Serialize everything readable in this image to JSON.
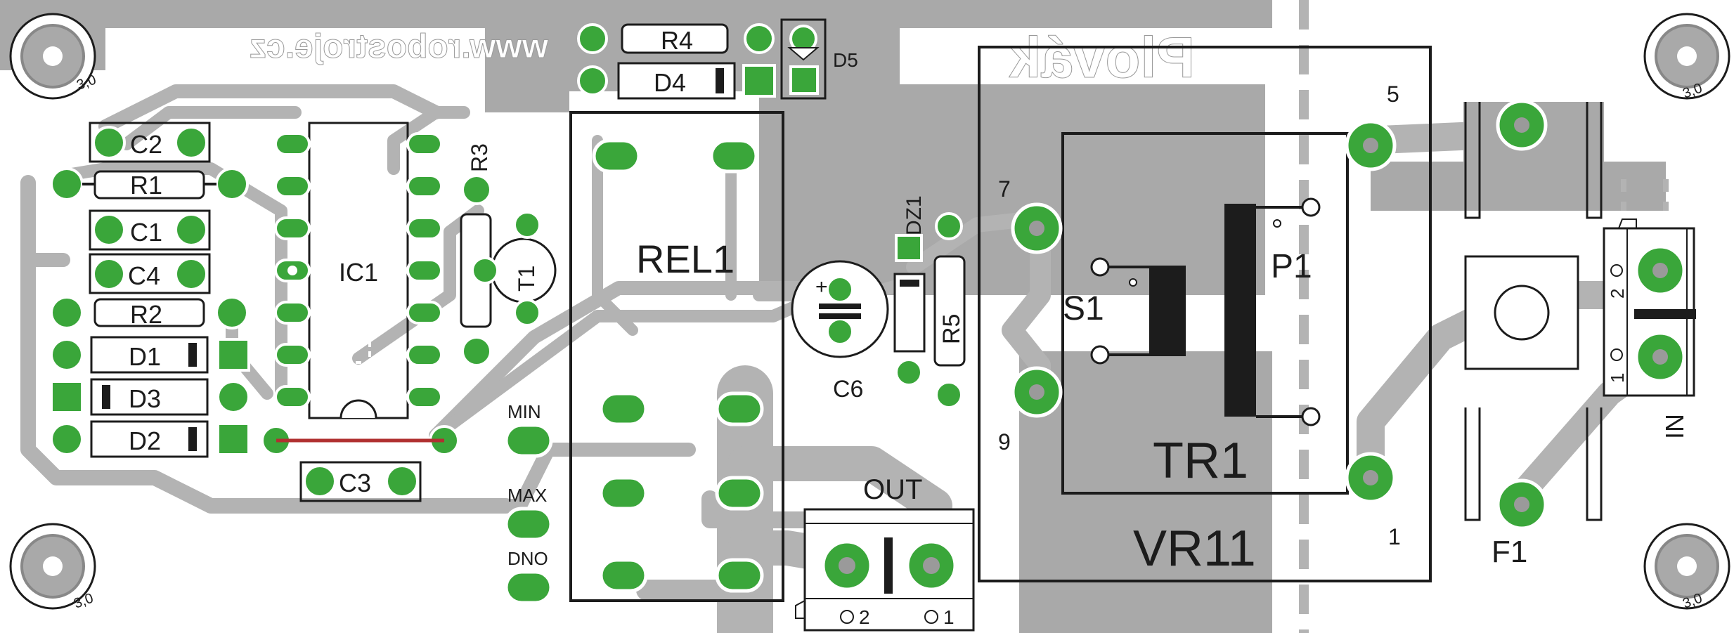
{
  "colors": {
    "board": "#ffffff",
    "copper_fill": "#a9a9a9",
    "track_light": "#b3b3b3",
    "pad": "#3aa63a",
    "pad_dark": "#2e8b2e",
    "hole": "#9a9a9a",
    "silk": "#1c1c1c",
    "silk_white": "#ffffff",
    "jumper": "#b03030"
  },
  "silkscreen_mirrored": {
    "website": "www.robostroje.cz",
    "title": "Plovák"
  },
  "mount_hole_label": "3,0",
  "labels": {
    "c2": "C2",
    "r1": "R1",
    "c1": "C1",
    "c4": "C4",
    "r2": "R2",
    "d1": "D1",
    "d3": "D3",
    "d2": "D2",
    "c3": "C3",
    "ic1": "IC1",
    "r3": "R3",
    "t1": "T1",
    "r4": "R4",
    "d4": "D4",
    "d5": "D5",
    "rel1": "REL1",
    "dz1": "DZ1",
    "r5": "R5",
    "c6": "C6",
    "min": "MIN",
    "max": "MAX",
    "dno": "DNO",
    "out": "OUT",
    "out_pin2": "2",
    "out_pin1": "1",
    "s1": "S1",
    "p1": "P1",
    "tr1": "TR1",
    "vr11": "VR11",
    "pin5": "5",
    "pin7": "7",
    "pin9": "9",
    "pin1": "1",
    "f1": "F1",
    "in": "IN",
    "in_pin2": "2",
    "in_pin1": "1",
    "c6_plus": "+"
  }
}
